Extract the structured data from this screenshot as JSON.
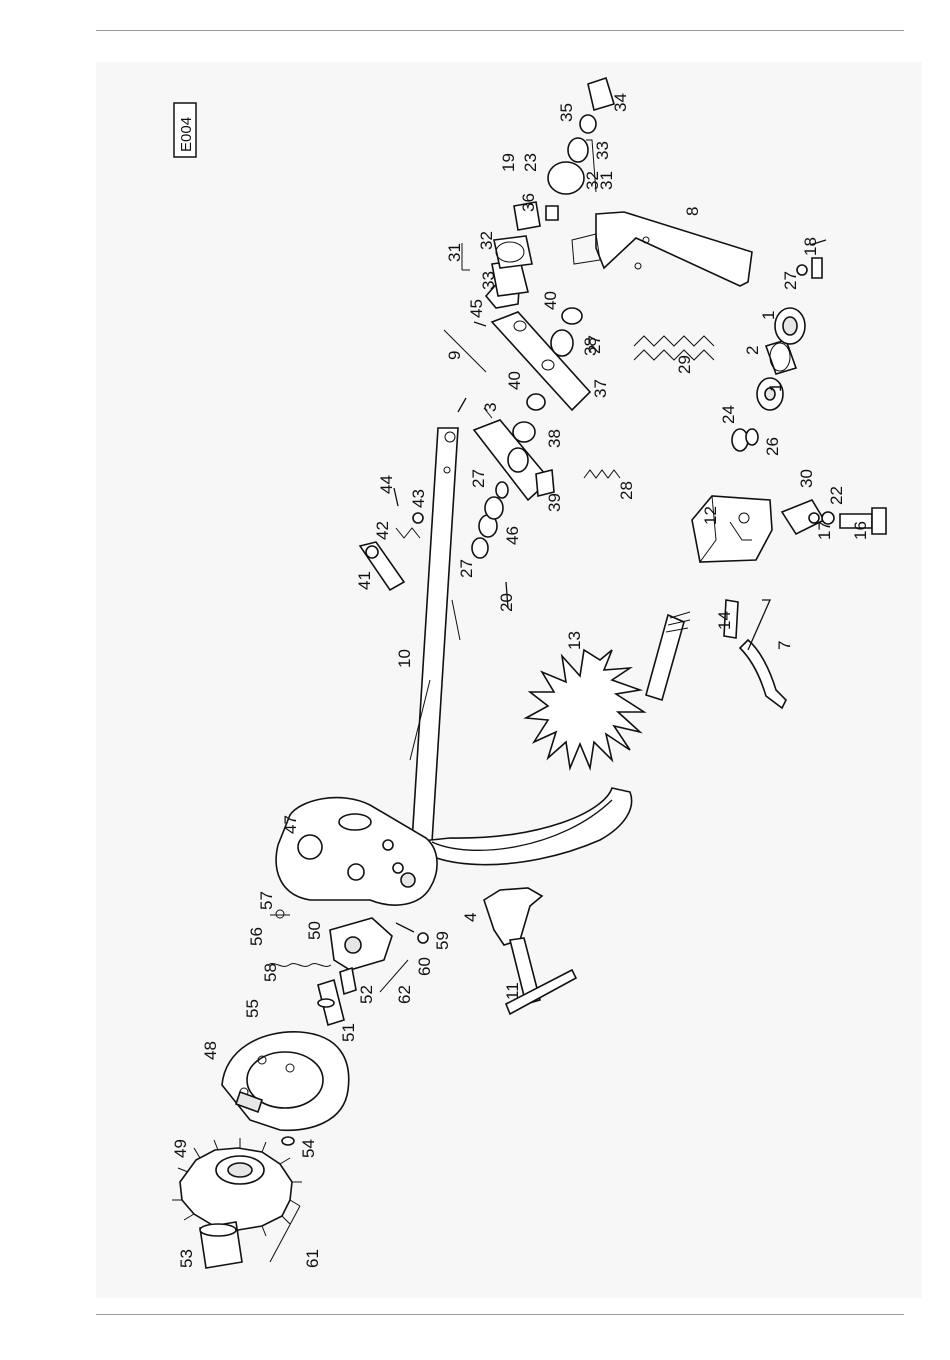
{
  "figure": {
    "code": "E004",
    "labels": [
      "1",
      "1",
      "2",
      "3",
      "4",
      "7",
      "8",
      "9",
      "10",
      "11",
      "12",
      "13",
      "14",
      "16",
      "17",
      "18",
      "19",
      "20",
      "22",
      "23",
      "24",
      "26",
      "27",
      "27",
      "27",
      "27",
      "28",
      "29",
      "30",
      "31",
      "31",
      "32",
      "32",
      "33",
      "33",
      "34",
      "35",
      "36",
      "37",
      "38",
      "38",
      "39",
      "40",
      "40",
      "41",
      "42",
      "43",
      "44",
      "45",
      "46",
      "47",
      "48",
      "49",
      "50",
      "51",
      "52",
      "53",
      "54",
      "55",
      "56",
      "57",
      "58",
      "59",
      "60",
      "61",
      "62"
    ]
  }
}
